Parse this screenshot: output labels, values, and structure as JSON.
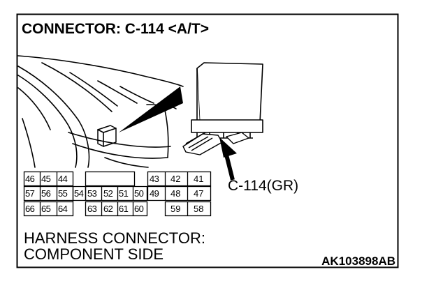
{
  "title": "CONNECTOR: C-114 <A/T>",
  "callout_label": "C-114(GR)",
  "caption": {
    "line1": "HARNESS CONNECTOR:",
    "line2": "COMPONENT SIDE"
  },
  "figure_code": "AK103898AB",
  "pins": {
    "left_block": {
      "row1": [
        "46",
        "45",
        "44"
      ],
      "row2": [
        "57",
        "56",
        "55"
      ],
      "row3": [
        "66",
        "65",
        "64"
      ]
    },
    "pin_54": "54",
    "middle_block": {
      "row2": [
        "53",
        "52",
        "51",
        "50"
      ],
      "row3": [
        "63",
        "62",
        "61",
        "60"
      ]
    },
    "pin_49": "49",
    "pin_43": "43",
    "right_block": {
      "row1": [
        "42",
        "41"
      ],
      "row2": [
        "48",
        "47"
      ],
      "row3": [
        "59",
        "58"
      ]
    }
  }
}
